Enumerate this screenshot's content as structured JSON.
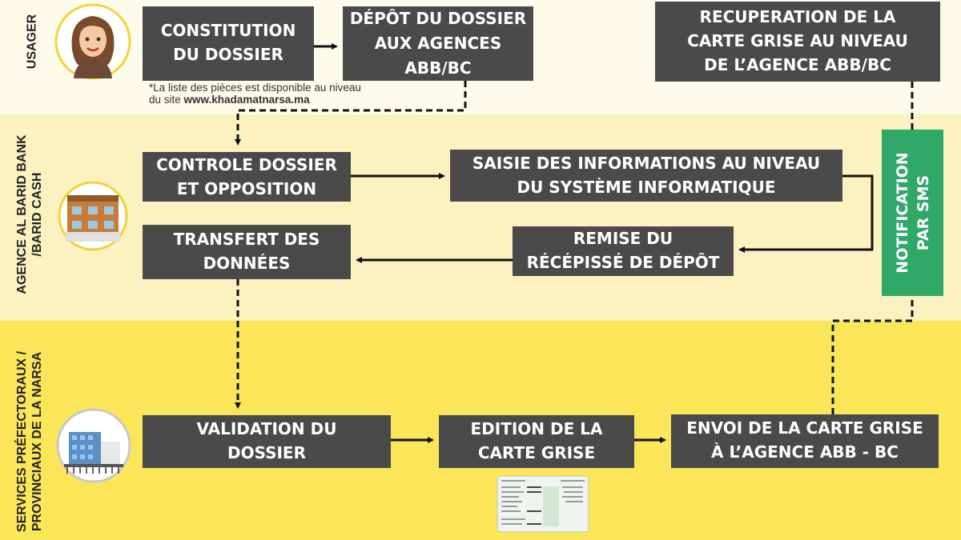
{
  "lanes": [
    {
      "label": "USAGER"
    },
    {
      "label": "AGENCE AL BARID BANK\n/BARID CASH"
    },
    {
      "label": "SERVICES PRÉFECTORAUX /\nPROVINCIAUX DE LA NARSA"
    }
  ],
  "steps": {
    "constitution": "CONSTITUTION\nDU DOSSIER",
    "depot": "DÉPÔT DU DOSSIER\nAUX AGENCES\nABB/BC",
    "recuperation": "RECUPERATION DE LA\nCARTE GRISE AU NIVEAU\nDE L’AGENCE ABB/BC",
    "controle": "CONTROLE DOSSIER\nET OPPOSITION",
    "saisie": "SAISIE DES INFORMATIONS AU NIVEAU\nDU SYSTÈME INFORMATIQUE",
    "transfert": "TRANSFERT DES\nDONNÉES",
    "remise": "REMISE DU\nRÉCÉPISSÉ DE DÉPÔT",
    "validation": "VALIDATION DU\nDOSSIER",
    "edition": "EDITION DE LA\nCARTE GRISE",
    "envoi": "ENVOI DE LA CARTE GRISE\nÀ L’AGENCE ABB - BC"
  },
  "notification": "NOTIFICATION\nPAR SMS",
  "note": {
    "text": "*La liste des pièces est disponible au niveau",
    "prefix": "du site",
    "site": "www.khadamatnarsa.ma"
  },
  "colors": {
    "box": "#4a4a4a",
    "sms": "#2fa868",
    "lane_user": "#fdfbe9",
    "lane_agency": "#fbf2bf",
    "lane_services": "#fbe65a"
  },
  "icons": [
    "woman-avatar-icon",
    "agency-building-icon",
    "government-building-icon",
    "carte-grise-card-icon"
  ]
}
